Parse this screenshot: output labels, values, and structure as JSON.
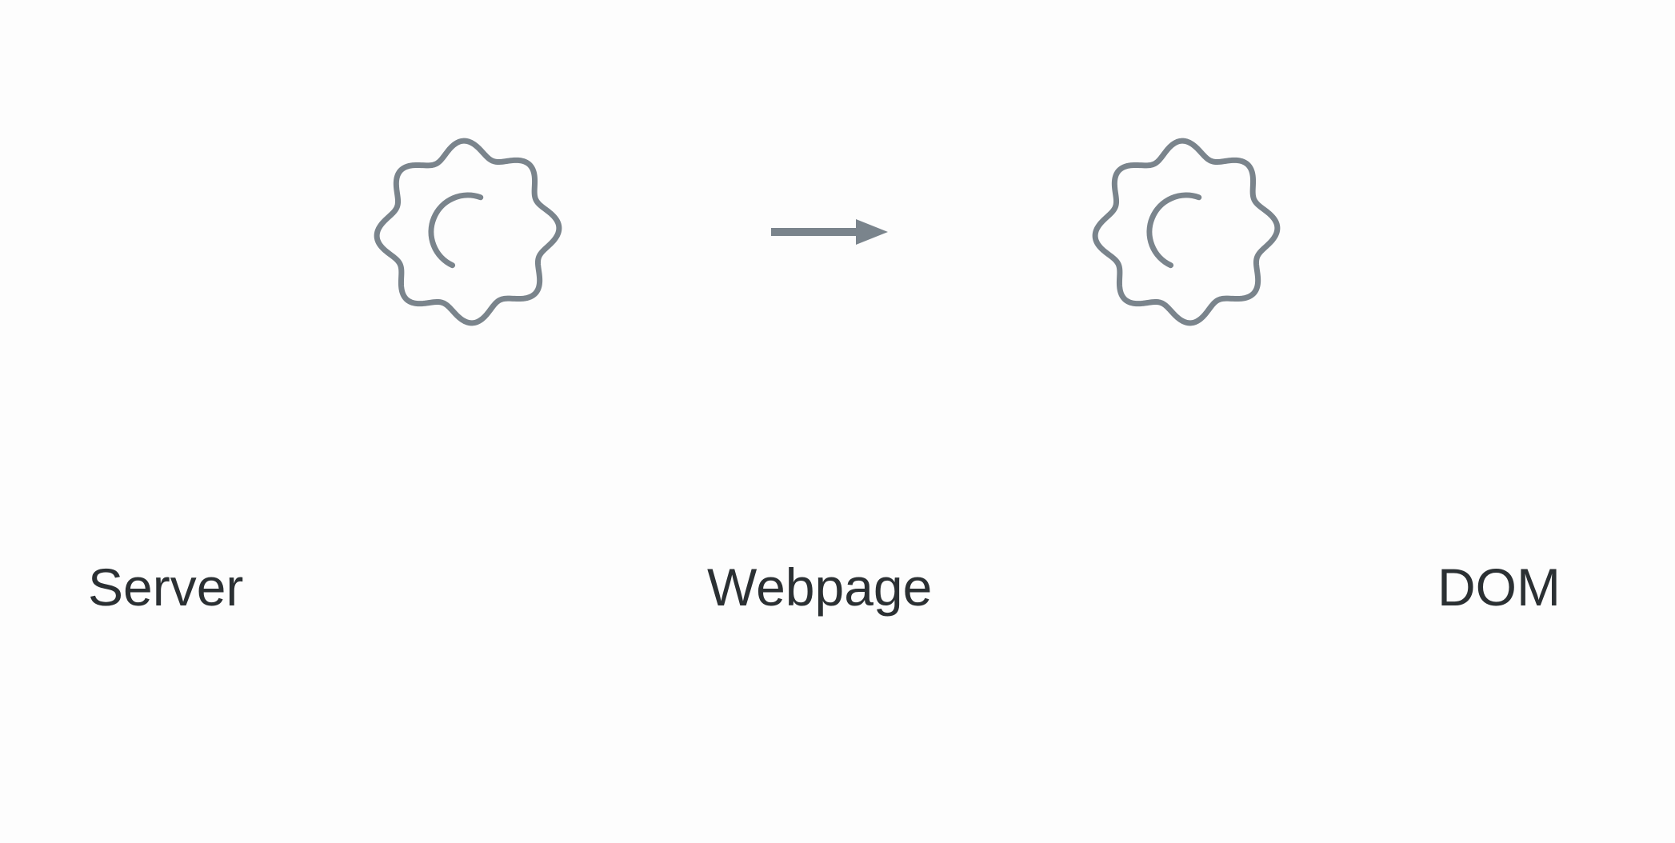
{
  "diagram": {
    "labels": {
      "server": "Server",
      "webpage": "Webpage",
      "dom": "DOM"
    },
    "icons": {
      "left": "loading-gear-icon",
      "middle": "arrow-right-icon",
      "right": "loading-gear-icon"
    },
    "colors": {
      "background": "#fdfdfd",
      "icon_stroke": "#7a848c",
      "text": "#2b3033"
    }
  }
}
